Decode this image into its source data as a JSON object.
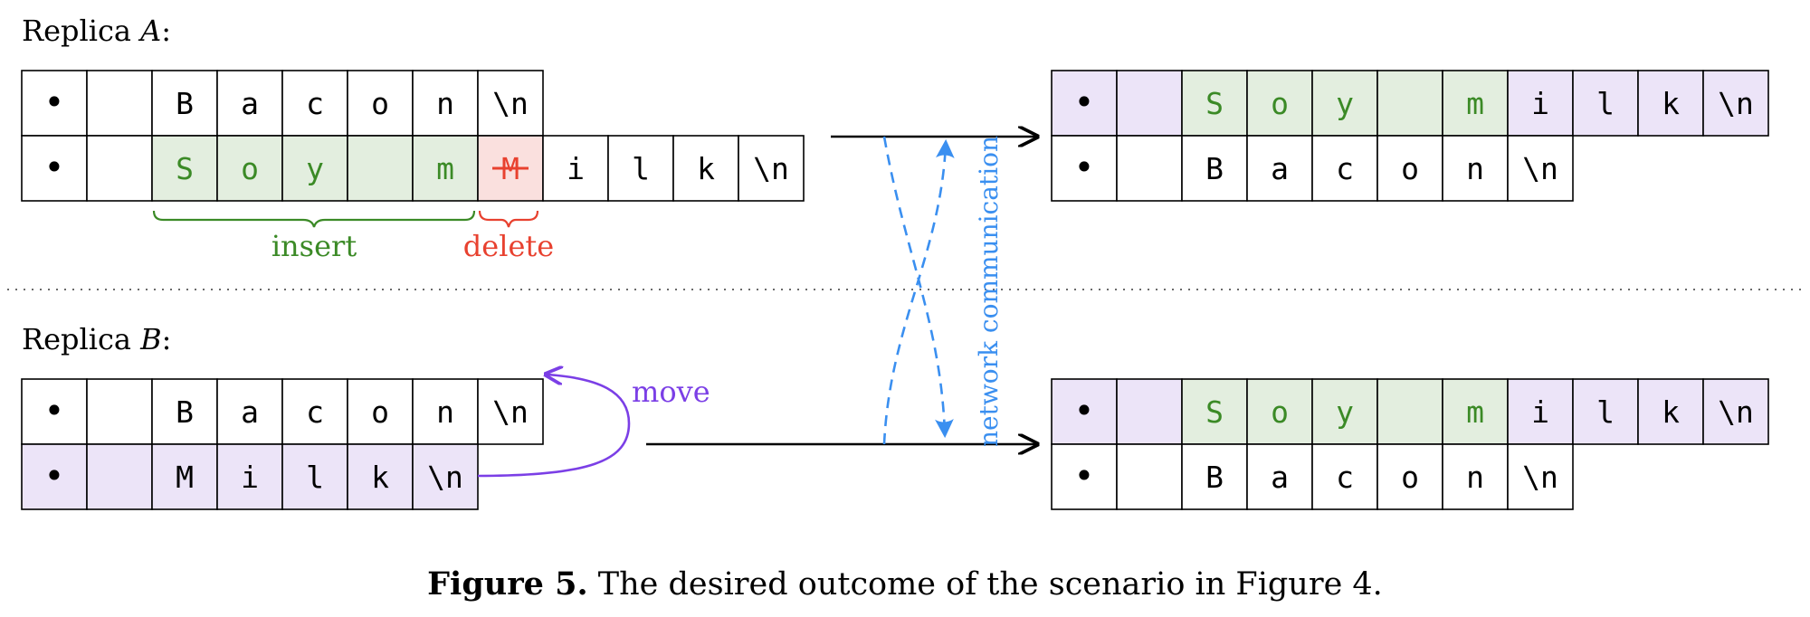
{
  "colors": {
    "grid": "#000000",
    "insert": "#3b8a26",
    "insert_fill": "#e3eedf",
    "delete": "#e8412f",
    "delete_fill": "#fae0de",
    "move": "#7b3fe6",
    "move_fill": "#ece4f8",
    "network": "#3a8ff0"
  },
  "replica_a": {
    "label_prefix": "Replica ",
    "label_name": "A",
    "label_suffix": ":",
    "row1": [
      {
        "text": "•",
        "style": "plain"
      },
      {
        "text": "",
        "style": "plain"
      },
      {
        "text": "B",
        "style": "plain"
      },
      {
        "text": "a",
        "style": "plain"
      },
      {
        "text": "c",
        "style": "plain"
      },
      {
        "text": "o",
        "style": "plain"
      },
      {
        "text": "n",
        "style": "plain"
      },
      {
        "text": "\\n",
        "style": "plain"
      }
    ],
    "row2": [
      {
        "text": "•",
        "style": "plain"
      },
      {
        "text": "",
        "style": "plain"
      },
      {
        "text": "S",
        "style": "insert"
      },
      {
        "text": "o",
        "style": "insert"
      },
      {
        "text": "y",
        "style": "insert"
      },
      {
        "text": "",
        "style": "insert"
      },
      {
        "text": "m",
        "style": "insert"
      },
      {
        "text": "M",
        "style": "delete"
      },
      {
        "text": "i",
        "style": "plain"
      },
      {
        "text": "l",
        "style": "plain"
      },
      {
        "text": "k",
        "style": "plain"
      },
      {
        "text": "\\n",
        "style": "plain"
      }
    ],
    "insert_label": "insert",
    "delete_label": "delete"
  },
  "replica_b": {
    "label_prefix": "Replica ",
    "label_name": "B",
    "label_suffix": ":",
    "row1": [
      {
        "text": "•",
        "style": "plain"
      },
      {
        "text": "",
        "style": "plain"
      },
      {
        "text": "B",
        "style": "plain"
      },
      {
        "text": "a",
        "style": "plain"
      },
      {
        "text": "c",
        "style": "plain"
      },
      {
        "text": "o",
        "style": "plain"
      },
      {
        "text": "n",
        "style": "plain"
      },
      {
        "text": "\\n",
        "style": "plain"
      }
    ],
    "row2": [
      {
        "text": "•",
        "style": "move"
      },
      {
        "text": "",
        "style": "move"
      },
      {
        "text": "M",
        "style": "move"
      },
      {
        "text": "i",
        "style": "move"
      },
      {
        "text": "l",
        "style": "move"
      },
      {
        "text": "k",
        "style": "move"
      },
      {
        "text": "\\n",
        "style": "move"
      }
    ],
    "move_label": "move"
  },
  "result": {
    "row1": [
      {
        "text": "•",
        "style": "move"
      },
      {
        "text": "",
        "style": "move"
      },
      {
        "text": "S",
        "style": "insert"
      },
      {
        "text": "o",
        "style": "insert"
      },
      {
        "text": "y",
        "style": "insert"
      },
      {
        "text": "",
        "style": "insert"
      },
      {
        "text": "m",
        "style": "insert"
      },
      {
        "text": "i",
        "style": "move"
      },
      {
        "text": "l",
        "style": "move"
      },
      {
        "text": "k",
        "style": "move"
      },
      {
        "text": "\\n",
        "style": "move"
      }
    ],
    "row2": [
      {
        "text": "•",
        "style": "plain"
      },
      {
        "text": "",
        "style": "plain"
      },
      {
        "text": "B",
        "style": "plain"
      },
      {
        "text": "a",
        "style": "plain"
      },
      {
        "text": "c",
        "style": "plain"
      },
      {
        "text": "o",
        "style": "plain"
      },
      {
        "text": "n",
        "style": "plain"
      },
      {
        "text": "\\n",
        "style": "plain"
      }
    ]
  },
  "network_label": "network communication",
  "caption": {
    "bold": "Figure 5.",
    "text": " The desired outcome of the scenario in Figure 4."
  }
}
